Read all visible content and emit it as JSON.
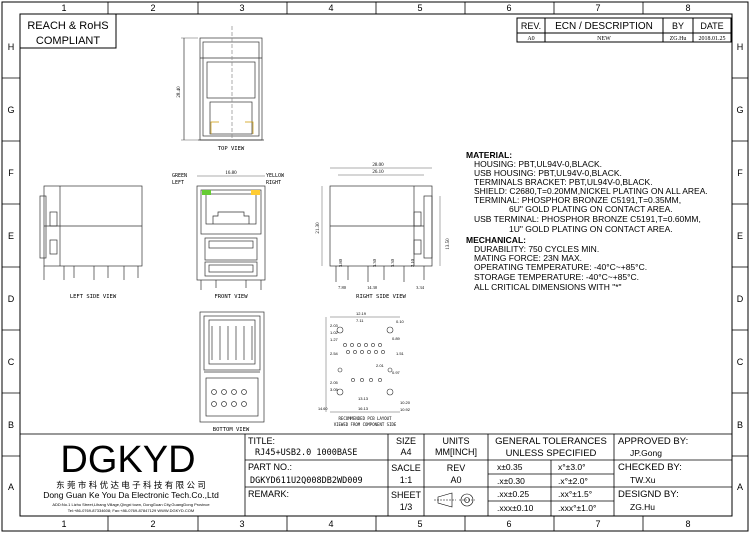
{
  "compliance": [
    "REACH & RoHS",
    "COMPLIANT"
  ],
  "col_labels": [
    "1",
    "2",
    "3",
    "4",
    "5",
    "6",
    "7",
    "8"
  ],
  "row_labels": [
    "H",
    "G",
    "F",
    "E",
    "D",
    "C",
    "B",
    "A"
  ],
  "revision": {
    "headers": [
      "REV.",
      "ECN / DESCRIPTION",
      "BY",
      "DATE"
    ],
    "row": [
      "A0",
      "NEW",
      "ZG.Hu",
      "2018.01.25"
    ]
  },
  "views": {
    "top": "TOP VIEW",
    "left": "LEFT SIDE VIEW",
    "front": "FRONT VIEW",
    "right": "RIGHT SIDE VIEW",
    "bottom": "BOTTOM VIEW",
    "pcb": [
      "RECOMMENDED PCB LAYOUT",
      "VIEWED FROM COMPONENT SIDE"
    ]
  },
  "leds": {
    "green": [
      "GREEN",
      "LEFT"
    ],
    "yellow": [
      "YELLOW",
      "RIGHT"
    ]
  },
  "dims": {
    "top_height": "28.40",
    "front_width": "16.80",
    "right_total": "28.00",
    "right_inner": "26.10",
    "right_height": "21.30",
    "right_right": "13.50",
    "right_b1": "3.80",
    "right_b2": "3.30",
    "right_b3": "3.30",
    "right_b4": "2.10",
    "right_bottom": [
      "7.80",
      "14.30",
      "3.34"
    ],
    "pcb": [
      "12.19",
      "7.11",
      "2.03",
      "1.02",
      "1.27",
      "0.10",
      "0.89",
      "2.54",
      "1.51",
      "2.01",
      "0.97",
      "13.13",
      "16.13",
      "2.05",
      "3.05",
      "14.60",
      "10.20",
      "10.92"
    ]
  },
  "notes": {
    "material_title": "MATERIAL:",
    "material": [
      "HOUSING: PBT,UL94V-0,BLACK.",
      "USB HOUSING: PBT,UL94V-0,BLACK.",
      "TERMINALS BRACKET: PBT,UL94V-0,BLACK.",
      "SHIELD: C2680,T=0.20MM,NICKEL PLATING ON ALL AREA.",
      "TERMINAL: PHOSPHOR BRONZE C5191,T=0.35MM,",
      "6U\" GOLD PLATING ON CONTACT AREA.",
      "USB TERMINAL: PHOSPHOR BRONZE C5191,T=0.60MM,",
      "1U\" GOLD PLATING ON CONTACT AREA."
    ],
    "mechanical_title": "MECHANICAL:",
    "mechanical": [
      "DURABILITY: 750 CYCLES MIN.",
      "MATING FORCE: 23N MAX.",
      "OPERATING TEMPERATURE: -40°C~+85°C.",
      "STORAGE TEMPERATURE: -40°C~+85°C.",
      "ALL CRITICAL DIMENSIONS WITH \"*\""
    ]
  },
  "company": {
    "logo": "DGKYD",
    "name_cn": "东 莞 市 科 优 达 电 子 科 技 有 限 公 司",
    "name_en": "Dong Guan Ke You Da Electronic Tech.Co.,Ltd",
    "address": "ADD:No.1 Lizhu Street,Lihang Village,Qingxi town, DongGuan City,GuangDong Province",
    "contact": "Tel:+86-0769-87334608; Fax:+86-0769-87847129  WWW.DGKYD.COM"
  },
  "title_block": {
    "title_label": "TITLE:",
    "title": "RJ45+USB2.0 1000BASE",
    "part_label": "PART NO.:",
    "part": "DGKYD611U2Q008DB2WD009",
    "remark_label": "REMARK:",
    "size_label": "SIZE",
    "size": "A4",
    "units_label": "UNITS",
    "units": "MM[INCH]",
    "scale_label": "SACLE",
    "scale": "1:1",
    "rev_label": "REV",
    "rev": "A0",
    "sheet_label": "SHEET",
    "sheet": "1/3"
  },
  "tolerances": {
    "header": [
      "GENERAL TOLERANCES",
      "UNLESS SPECIFIED"
    ],
    "rows": [
      [
        "x±0.35",
        "x°±3.0°"
      ],
      [
        ".x±0.30",
        ".x°±2.0°"
      ],
      [
        ".xx±0.25",
        ".xx°±1.5°"
      ],
      [
        ".xxx±0.10",
        ".xxx°±1.0°"
      ]
    ]
  },
  "approvals": [
    {
      "label": "APPROVED BY:",
      "name": "JP.Gong"
    },
    {
      "label": "CHECKED BY:",
      "name": "TW.Xu"
    },
    {
      "label": "DESIGND BY:",
      "name": "ZG.Hu"
    }
  ]
}
